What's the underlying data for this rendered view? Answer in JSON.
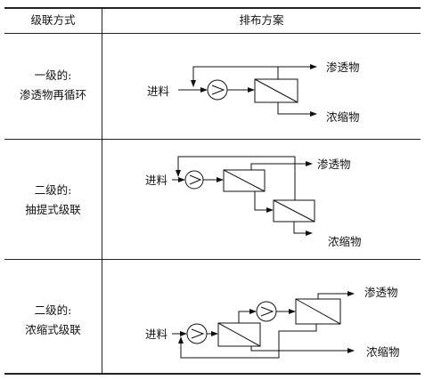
{
  "table": {
    "headers": {
      "mode": "级联方式",
      "layout": "排布方案"
    },
    "rows": [
      {
        "mode_lines": [
          "一级的:",
          "渗透物再循环"
        ],
        "labels": {
          "feed": "进料",
          "permeate": "渗透物",
          "concentrate": "浓缩物"
        }
      },
      {
        "mode_lines": [
          "二级的:",
          "抽提式级联"
        ],
        "labels": {
          "feed": "进料",
          "permeate": "渗透物",
          "concentrate": "浓缩物"
        }
      },
      {
        "mode_lines": [
          "二级的:",
          "浓缩式级联"
        ],
        "labels": {
          "feed": "进料",
          "permeate": "渗透物",
          "concentrate": "浓缩物"
        }
      }
    ]
  }
}
